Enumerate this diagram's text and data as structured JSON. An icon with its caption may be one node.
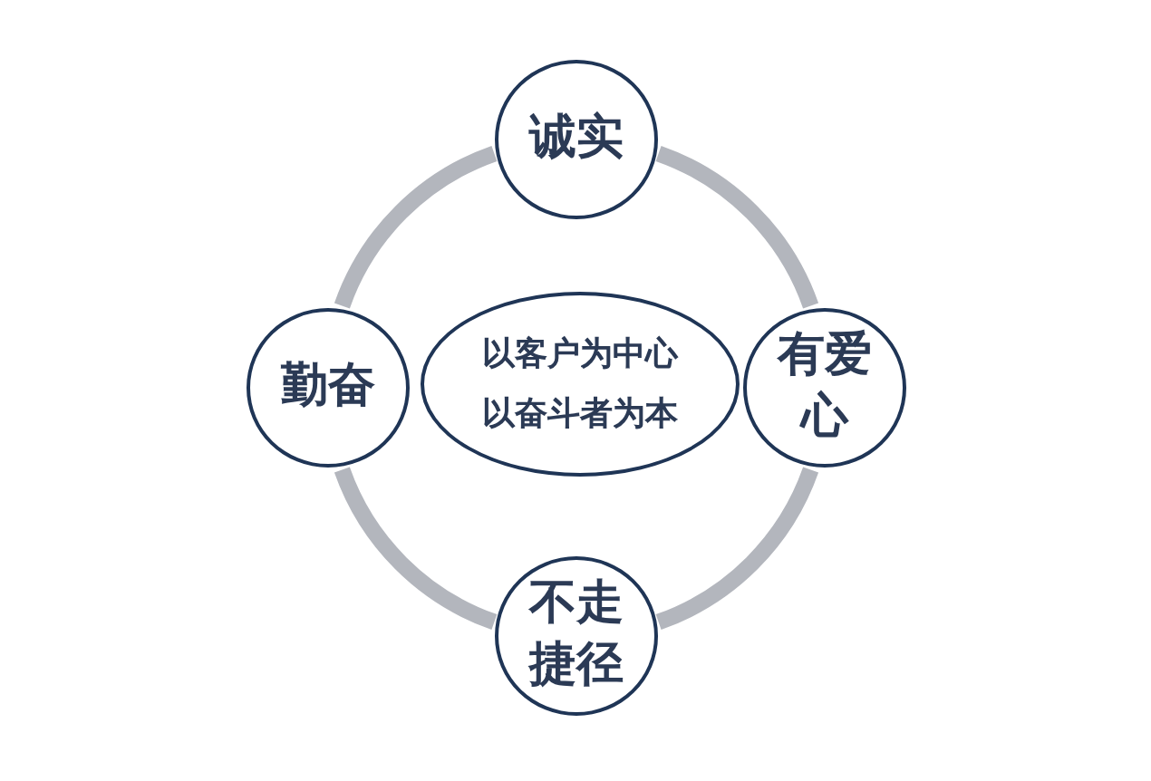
{
  "diagram": {
    "nodes": [
      {
        "text": [
          "诚实"
        ]
      },
      {
        "text": [
          "勤奋"
        ]
      },
      {
        "text": [
          "以客户为中心",
          "以奋斗者为本"
        ]
      },
      {
        "text": [
          "有爱心"
        ]
      },
      {
        "text": [
          "不走捷径"
        ]
      }
    ],
    "edges": [
      {
        "from": 0,
        "to": 3,
        "arrow": "none"
      },
      {
        "from": 3,
        "to": 4,
        "arrow": "none"
      },
      {
        "from": 4,
        "to": 1,
        "arrow": "none"
      },
      {
        "from": 1,
        "to": 0,
        "arrow": "none"
      }
    ]
  }
}
